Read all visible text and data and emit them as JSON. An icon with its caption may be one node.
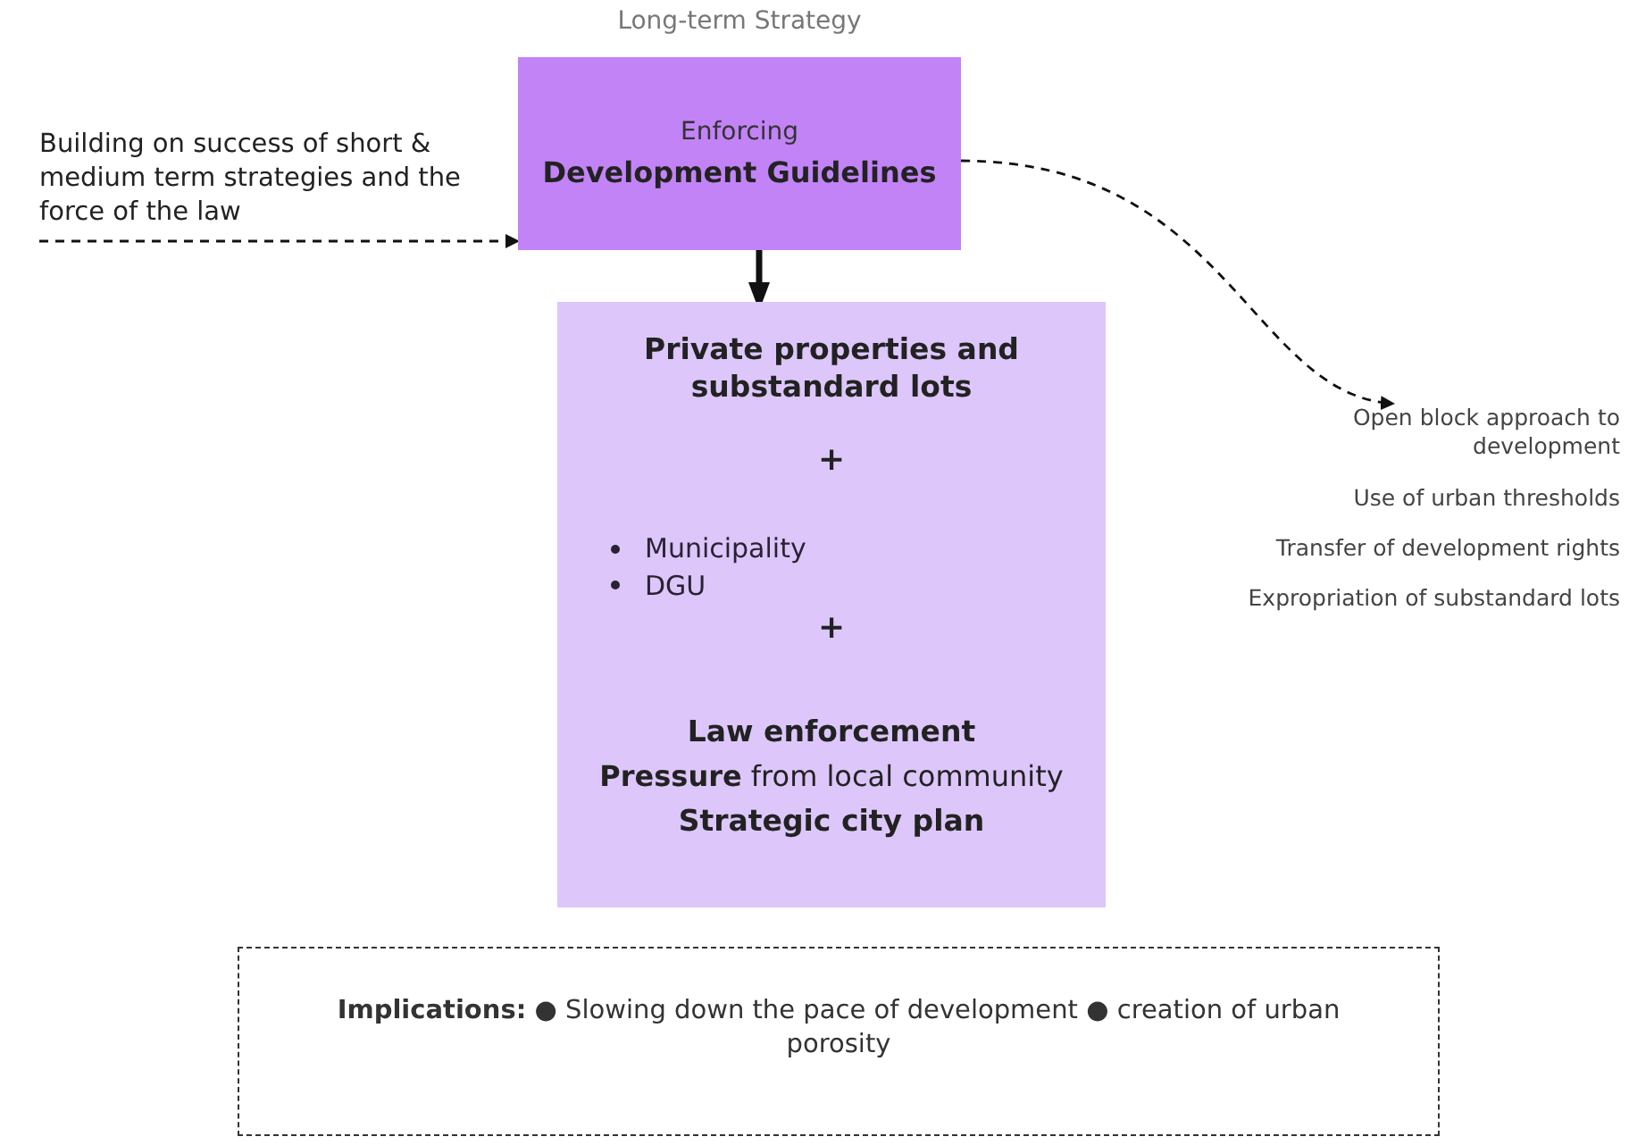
{
  "diagram": {
    "nodes": [
      {
        "text": [
          "Building on success of short & medium term strategies and the force of the law"
        ]
      },
      {
        "text": [
          "Long-term Strategy",
          "Enforcing",
          "Development Guidelines"
        ]
      },
      {
        "text": [
          "Private properties and substandard lots",
          "+",
          "Municipality",
          "DGU",
          "+",
          "Law enforcement",
          "**Pressure** from local community",
          "Strategic city plan"
        ]
      },
      {
        "text": [
          "Open block approach to development",
          "Use of urban thresholds",
          "Transfer of development rights",
          "Expropriation of substandard lots"
        ]
      },
      {
        "text": [
          "**Implications:** ● Slowing down the pace of development ● creation of urban porosity"
        ]
      }
    ],
    "edges": [
      {
        "from": 0,
        "to": 1,
        "arrow": "to",
        "style": "dashed"
      },
      {
        "from": 1,
        "to": 2,
        "arrow": "to",
        "style": "thick"
      },
      {
        "from": 1,
        "to": 3,
        "arrow": "to",
        "style": "dashed"
      }
    ]
  }
}
